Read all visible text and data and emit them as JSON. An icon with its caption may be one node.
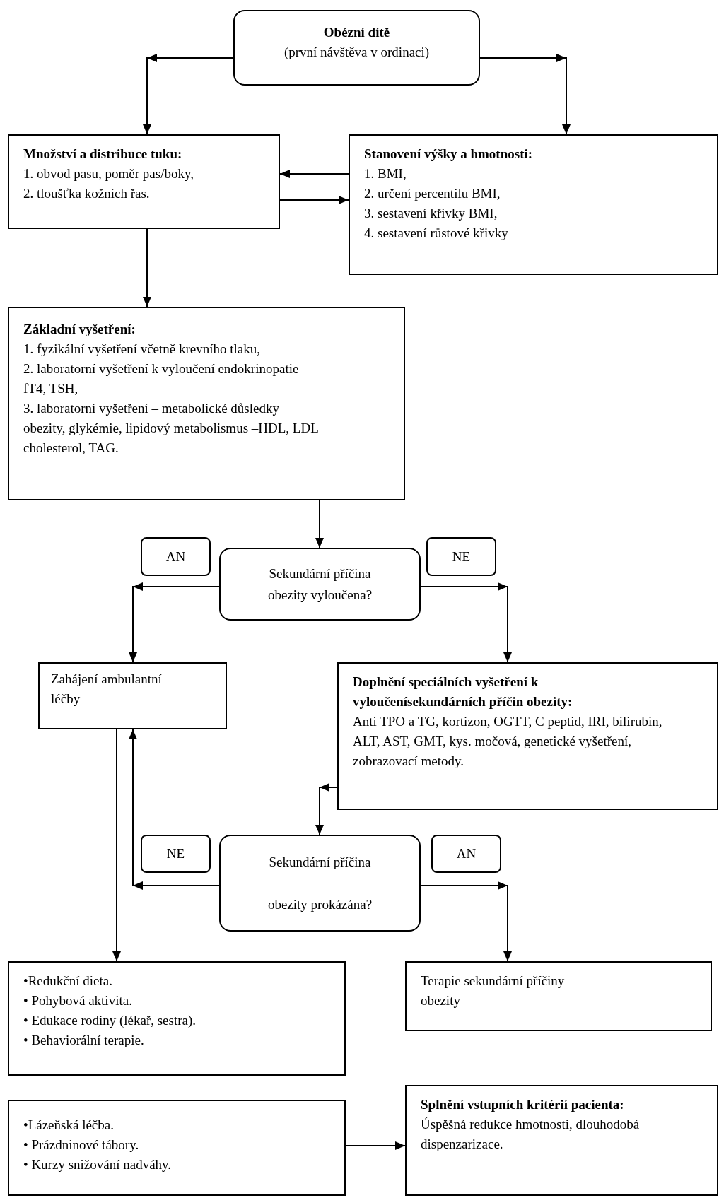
{
  "diagram": {
    "nodes": [
      {
        "text": [
          "Obézní dítě",
          "(první návštěva v ordinaci)"
        ]
      },
      {
        "text": [
          "Množství a distribuce tuku:",
          "1. obvod pasu, poměr pas/boky,",
          "2. tloušťka kožních řas."
        ]
      },
      {
        "text": [
          "Stanovení výšky a hmotnosti:",
          "1. BMI,",
          "2. určení percentilu BMI,",
          "3. sestavení křivky BMI,",
          "4. sestavení růstové křivky"
        ]
      },
      {
        "text": [
          "Základní vyšetření:",
          "1. fyzikální vyšetření včetně krevního tlaku,",
          "2. laboratorní vyšetření k vyloučení endokrinopatie fT4, TSH,",
          "3. laboratorní vyšetření – metabolické důsledky obezity, glykémie, lipidový metabolismus –HDL, LDL cholesterol, TAG."
        ]
      },
      {
        "text": [
          "AN"
        ]
      },
      {
        "text": [
          "Sekundární příčina obezity vyloučena?"
        ]
      },
      {
        "text": [
          "NE"
        ]
      },
      {
        "text": [
          "Zahájení ambulantní léčby"
        ]
      },
      {
        "text": [
          "Doplnění speciálních vyšetření k vyloučenísekundárních příčin obezity:",
          "Anti TPO a TG, kortizon, OGTT, C peptid, IRI, bilirubin, ALT, AST, GMT, kys. močová, genetické vyšetření, zobrazovací metody."
        ]
      },
      {
        "text": [
          "NE"
        ]
      },
      {
        "text": [
          "Sekundární příčina obezity prokázána?"
        ]
      },
      {
        "text": [
          "AN"
        ]
      },
      {
        "text": [
          "•Redukční dieta.",
          "• Pohybová aktivita.",
          "• Edukace rodiny (lékař, sestra).",
          "• Behaviorální terapie."
        ]
      },
      {
        "text": [
          "Terapie sekundární příčiny obezity"
        ]
      },
      {
        "text": [
          "•Lázeňská léčba.",
          "• Prázdninové tábory.",
          "• Kurzy snižování nadváhy."
        ]
      },
      {
        "text": [
          "Splnění vstupních kritérií pacienta:",
          "Úspěšná redukce hmotnosti, dlouhodobá dispenzarizace."
        ]
      }
    ],
    "edges": [
      {
        "from": 0,
        "to": 1,
        "arrow": "to"
      },
      {
        "from": 0,
        "to": 2,
        "arrow": "to"
      },
      {
        "from": 2,
        "to": 1,
        "arrow": "to"
      },
      {
        "from": 1,
        "to": 2,
        "arrow": "to"
      },
      {
        "from": 1,
        "to": 3,
        "arrow": "to"
      },
      {
        "from": 3,
        "to": 5,
        "arrow": "to"
      },
      {
        "from": 5,
        "to": 7,
        "arrow": "to"
      },
      {
        "from": 5,
        "to": 8,
        "arrow": "to"
      },
      {
        "from": 8,
        "to": 10,
        "arrow": "to"
      },
      {
        "from": 10,
        "to": 7,
        "arrow": "to"
      },
      {
        "from": 10,
        "to": 13,
        "arrow": "to"
      },
      {
        "from": 7,
        "to": 12,
        "arrow": "to"
      },
      {
        "from": 14,
        "to": 15,
        "arrow": "to"
      }
    ]
  }
}
